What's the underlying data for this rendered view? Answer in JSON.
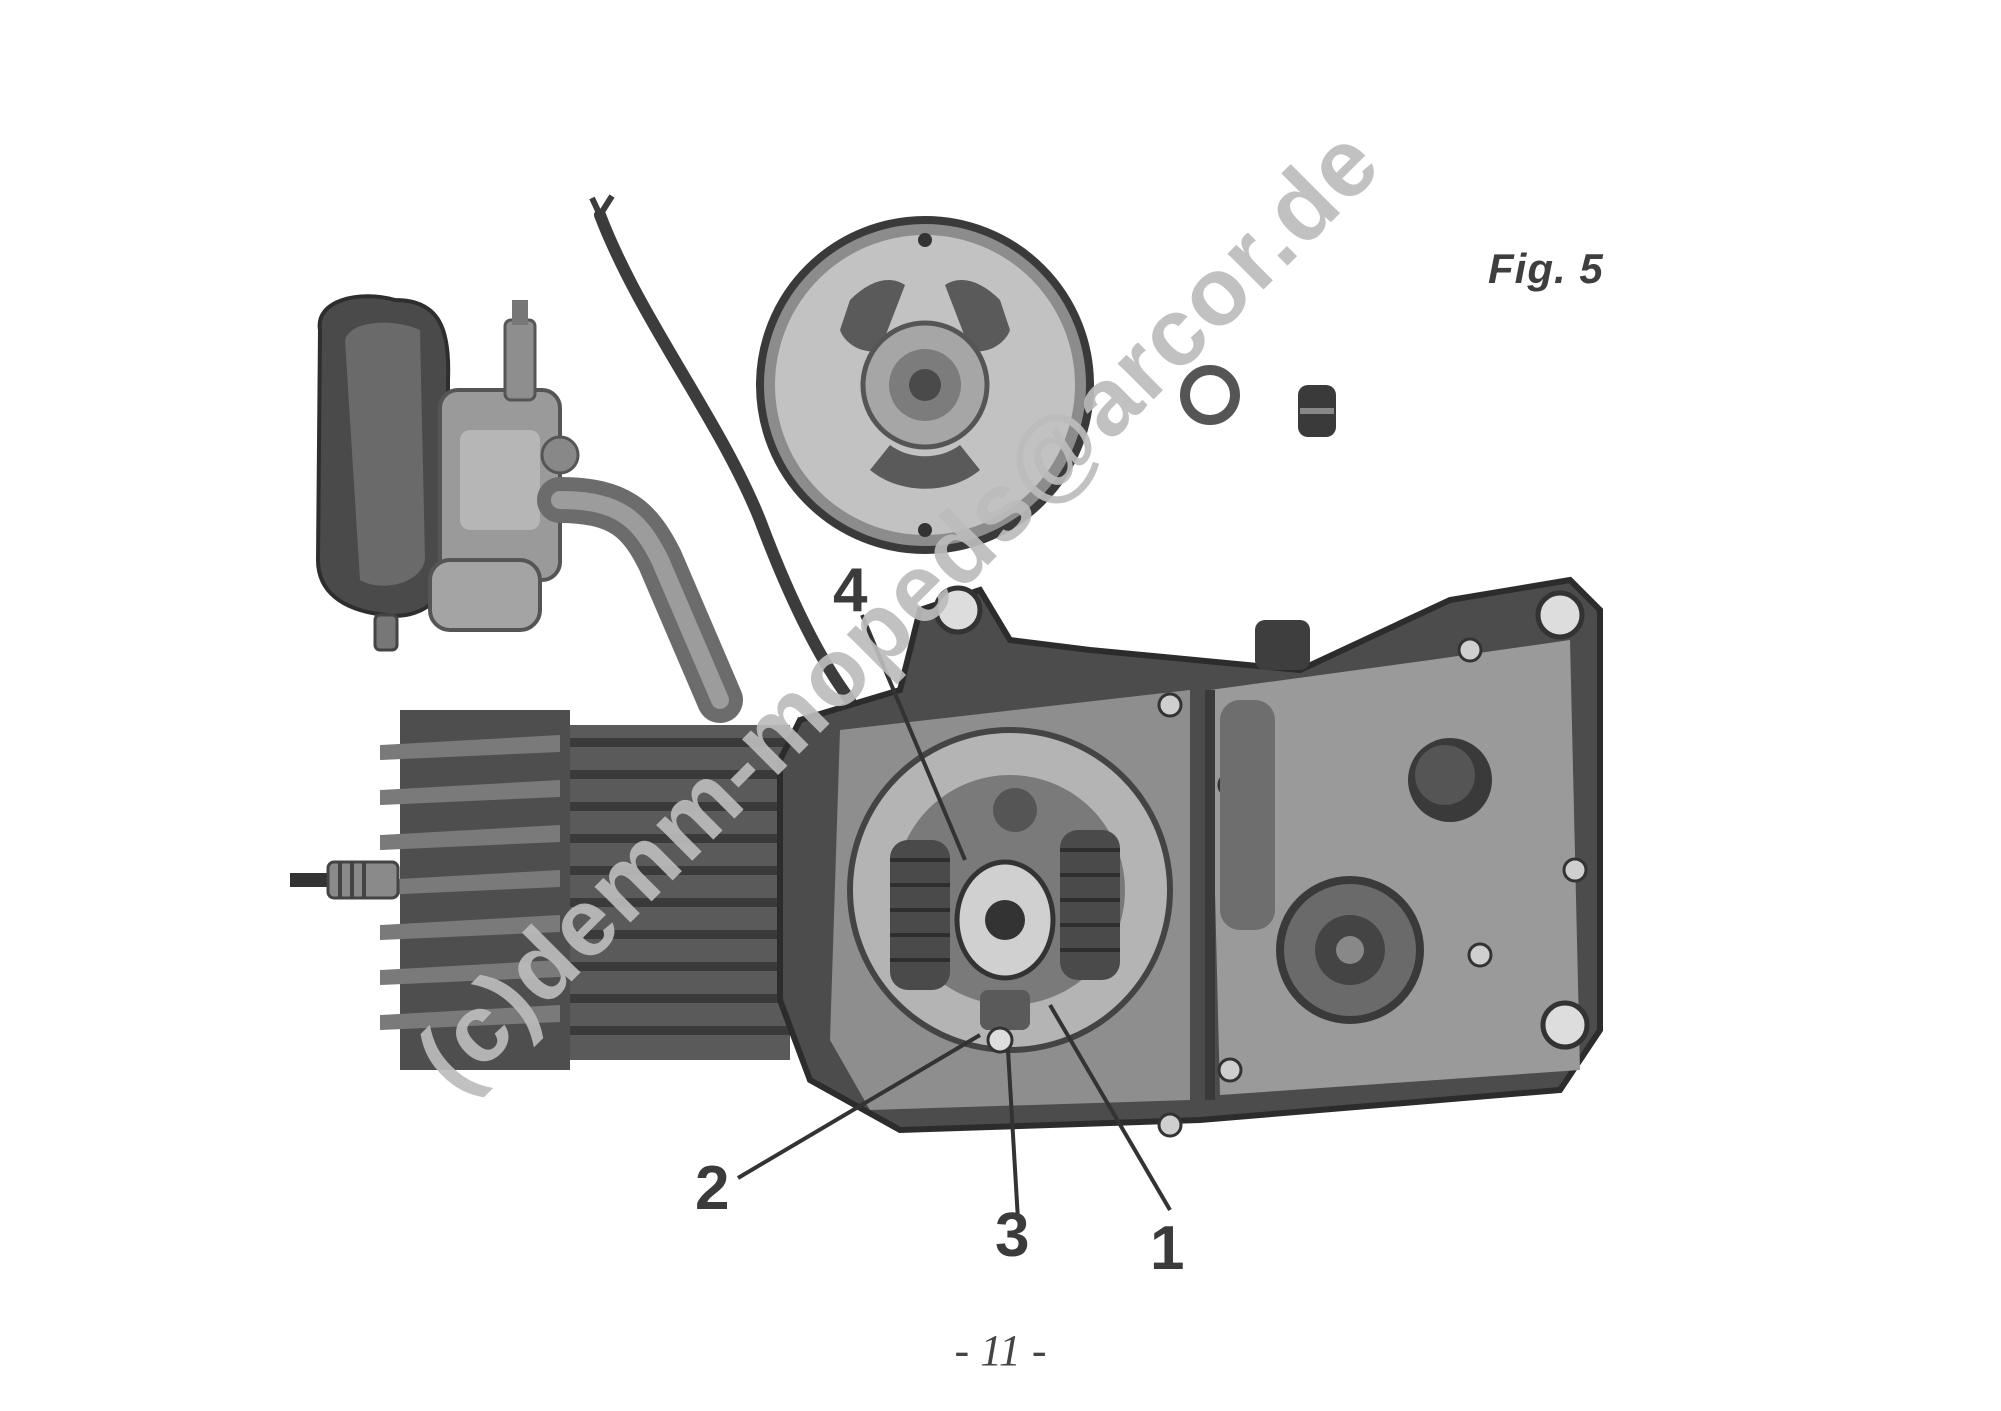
{
  "figure_label": "Fig. 5",
  "callouts": {
    "c1": "1",
    "c2": "2",
    "c3": "3",
    "c4": "4"
  },
  "page_number": "- 11 -",
  "watermark": "(c)demm-mopeds@arcor.de",
  "colors": {
    "ink": "#3b3b3b",
    "metal_dark": "#5a5a5a",
    "metal_mid": "#8a8a8a",
    "metal_light": "#c4c4c4",
    "watermark": "#bcbcbc"
  }
}
